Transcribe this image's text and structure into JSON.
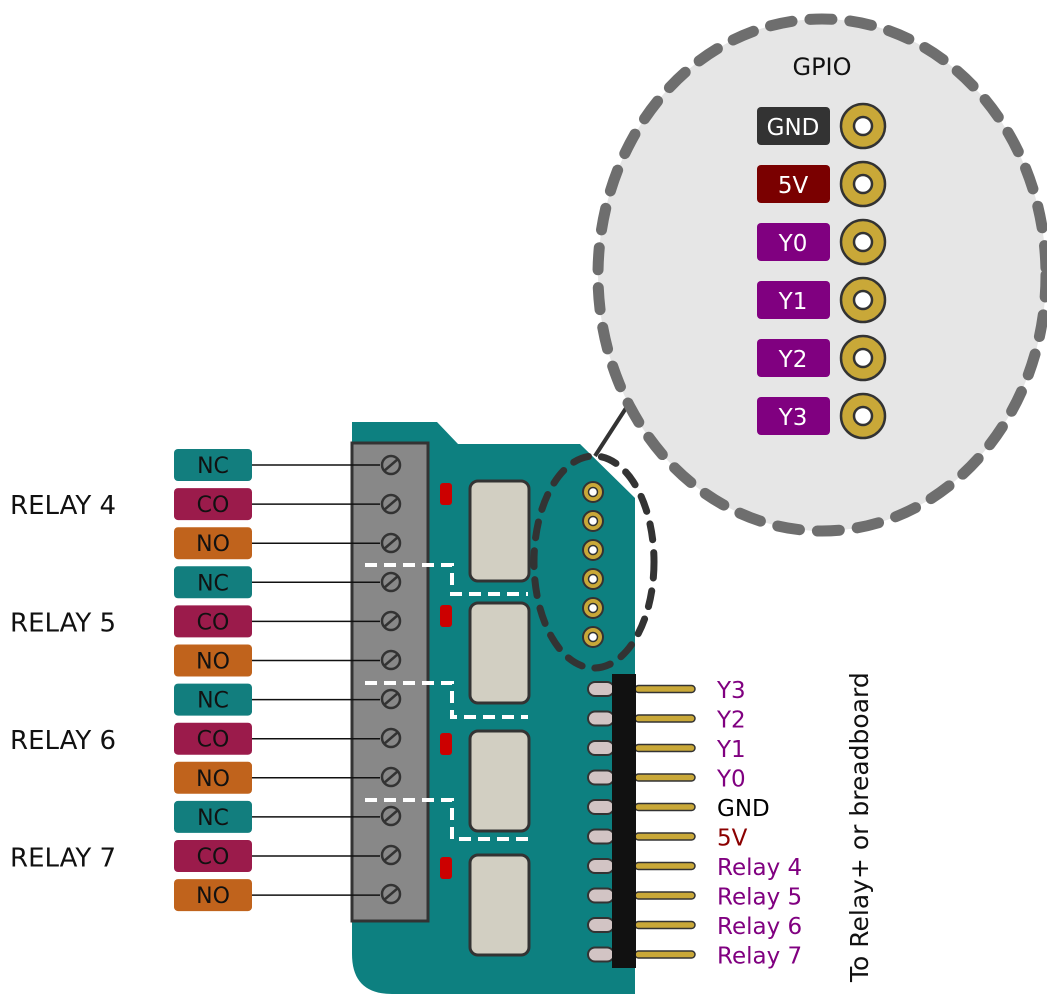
{
  "relay_groups": [
    {
      "label": "RELAY 4",
      "terminals": [
        "NC",
        "CO",
        "NO"
      ]
    },
    {
      "label": "RELAY 5",
      "terminals": [
        "NC",
        "CO",
        "NO"
      ]
    },
    {
      "label": "RELAY 6",
      "terminals": [
        "NC",
        "CO",
        "NO"
      ]
    },
    {
      "label": "RELAY 7",
      "terminals": [
        "NC",
        "CO",
        "NO"
      ]
    }
  ],
  "terminal_colors": {
    "NC": "#127e7e",
    "CO": "#9b1b4b",
    "NO": "#c0631c"
  },
  "gpio_callout": {
    "title": "GPIO",
    "pins": [
      {
        "label": "GND",
        "color": "#333333"
      },
      {
        "label": "5V",
        "color": "#7a0000"
      },
      {
        "label": "Y0",
        "color": "#800080"
      },
      {
        "label": "Y1",
        "color": "#800080"
      },
      {
        "label": "Y2",
        "color": "#800080"
      },
      {
        "label": "Y3",
        "color": "#800080"
      }
    ]
  },
  "header_pins": [
    {
      "label": "Y3",
      "color": "#800080"
    },
    {
      "label": "Y2",
      "color": "#800080"
    },
    {
      "label": "Y1",
      "color": "#800080"
    },
    {
      "label": "Y0",
      "color": "#800080"
    },
    {
      "label": "GND",
      "color": "#000000"
    },
    {
      "label": "5V",
      "color": "#8b0000"
    },
    {
      "label": "Relay 4",
      "color": "#800080"
    },
    {
      "label": "Relay 5",
      "color": "#800080"
    },
    {
      "label": "Relay 6",
      "color": "#800080"
    },
    {
      "label": "Relay 7",
      "color": "#800080"
    }
  ],
  "side_note": "To Relay+ or breadboard",
  "colors": {
    "board": "#0d8080",
    "terminal_block": "#888888",
    "relay_body": "#d2cfc2",
    "pad_gold": "#c9a838",
    "led_red": "#cc0000",
    "callout_fill": "#e6e6e6",
    "dash_gray": "#6e6e6e"
  }
}
